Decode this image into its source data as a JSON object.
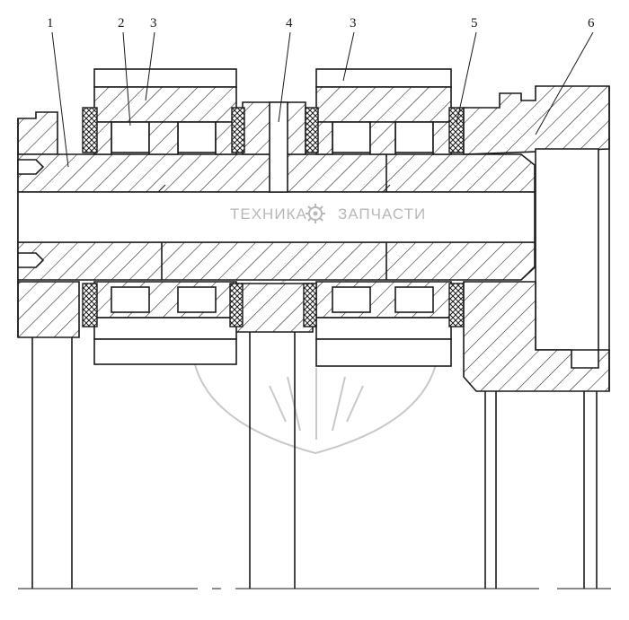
{
  "figure": {
    "watermark": {
      "word_left": "ТЕХНИКА",
      "word_right": "ЗАПЧАСТИ",
      "emblem_icon": "gear-icon"
    },
    "callouts": [
      {
        "id": "1",
        "label": "1"
      },
      {
        "id": "2",
        "label": "2"
      },
      {
        "id": "3a",
        "label": "3"
      },
      {
        "id": "4",
        "label": "4"
      },
      {
        "id": "3b",
        "label": "3"
      },
      {
        "id": "5",
        "label": "5"
      },
      {
        "id": "6",
        "label": "6"
      }
    ]
  }
}
